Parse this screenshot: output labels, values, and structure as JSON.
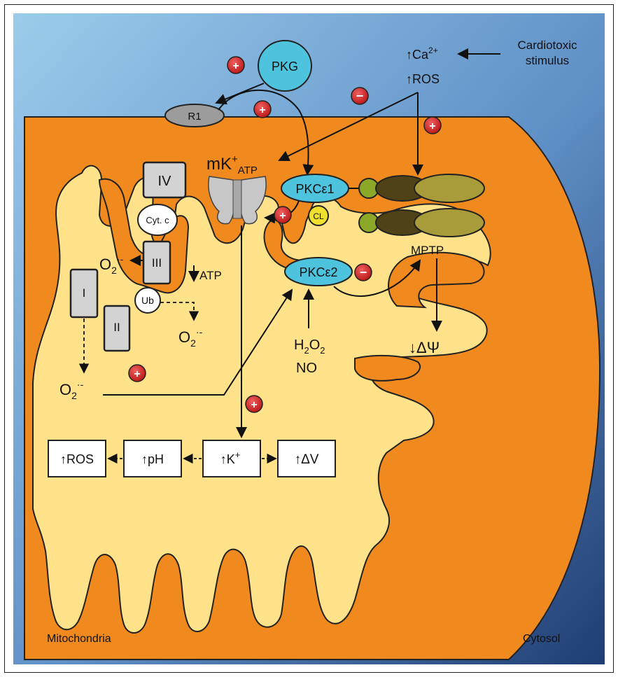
{
  "diagram": {
    "regions": {
      "mito": "Mitochondria",
      "cytosol": "Cytosol"
    },
    "stimulus": {
      "text1": "Cardiotoxic",
      "text2": "stimulus",
      "ca": "Ca",
      "ca_sup": "2+",
      "ros": "ROS"
    },
    "nodes": {
      "pkg": "PKG",
      "r1": "R1",
      "mk_main": "mK",
      "mk_sup": "+",
      "mk_sub": "ATP",
      "pkce1": "PKCε1",
      "pkce2": "PKCε2",
      "cl": "CL",
      "mptp": "MPTP",
      "complex4": "IV",
      "cytc": "Cyt. c",
      "complex3": "III",
      "complex1": "I",
      "complex2": "II",
      "ub": "Ub"
    },
    "labels": {
      "o2": "O",
      "o2_sub": "2",
      "o2_sup": "·-",
      "atp": "ATP",
      "h2o2_h": "H",
      "h2o2_o": "O",
      "two": "2",
      "no": "NO",
      "dpsi": "ΔΨ"
    },
    "boxes": {
      "ros": "ROS",
      "ph": "pH",
      "k": "K",
      "k_sup": "+",
      "dv": "ΔV"
    },
    "signs": {
      "plus": "+",
      "minus": "−"
    },
    "colors": {
      "mito_outer": "#F08A1E",
      "matrix": "#FFE28A",
      "bg_top": "#7FB8E2",
      "bg_bottom": "#2C4F86",
      "pkc": "#4DC3DE",
      "mptp_dark": "#4E4216",
      "mptp_olive": "#A89B3A",
      "mptp_green": "#8BA828",
      "sign_red": "#D81E1E"
    }
  }
}
